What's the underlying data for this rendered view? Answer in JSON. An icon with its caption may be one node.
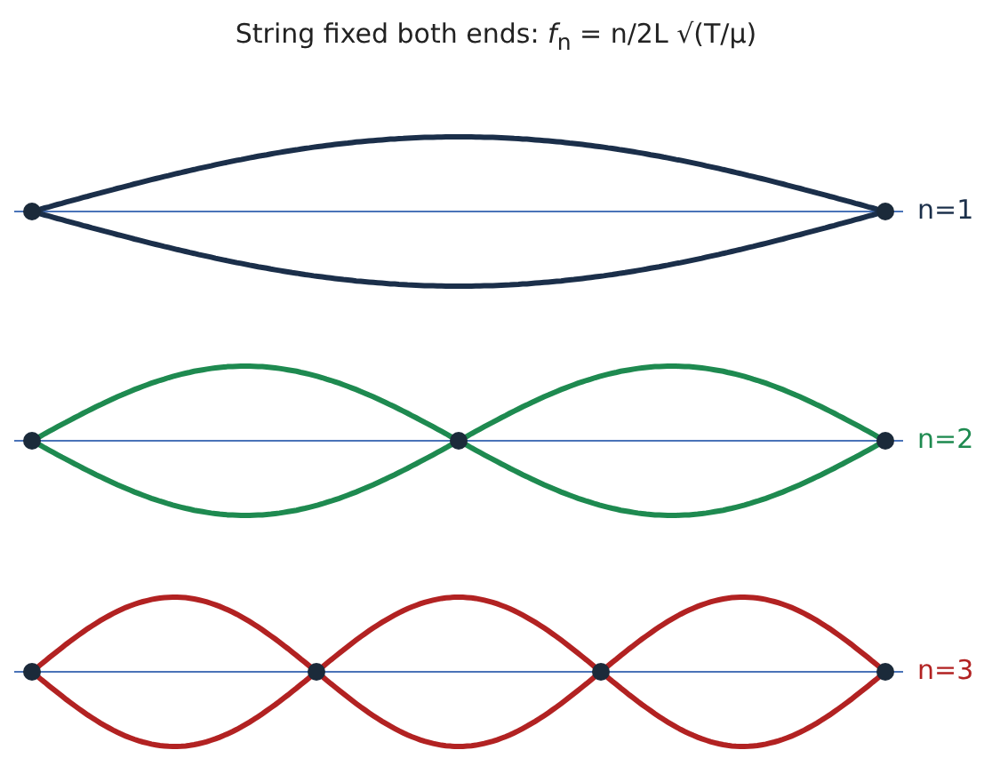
{
  "diagram": {
    "title": "String fixed both ends: *f*$_{n}$ = n/2L √(T/μ)",
    "labels": [
      "n=1",
      "n=2",
      "n=3"
    ]
  }
}
